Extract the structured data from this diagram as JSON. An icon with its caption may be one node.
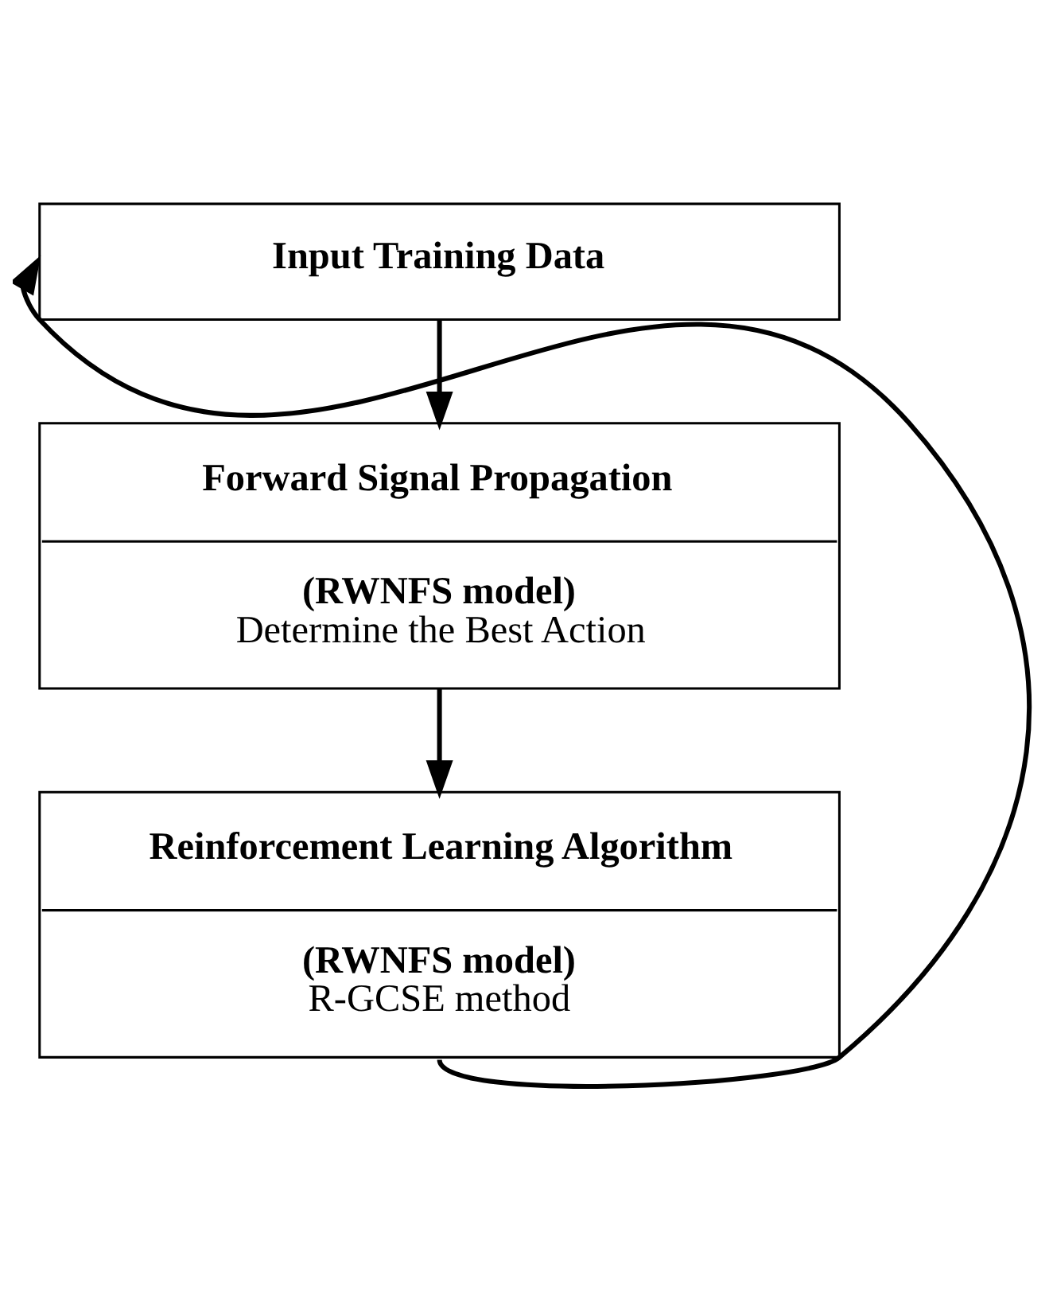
{
  "diagram": {
    "nodes": [
      {
        "text": [
          "Input Training Data"
        ]
      },
      {
        "text": [
          "Forward Signal Propagation",
          "(RWNFS model)",
          "Determine the Best Action"
        ]
      },
      {
        "text": [
          "Reinforcement Learning Algorithm",
          "(RWNFS model)",
          "R-GCSE method"
        ]
      }
    ],
    "edges": [
      {
        "from": 0,
        "to": 1,
        "arrow": "to"
      },
      {
        "from": 1,
        "to": 2,
        "arrow": "to"
      },
      {
        "from": 2,
        "to": 0,
        "arrow": "to"
      }
    ]
  }
}
